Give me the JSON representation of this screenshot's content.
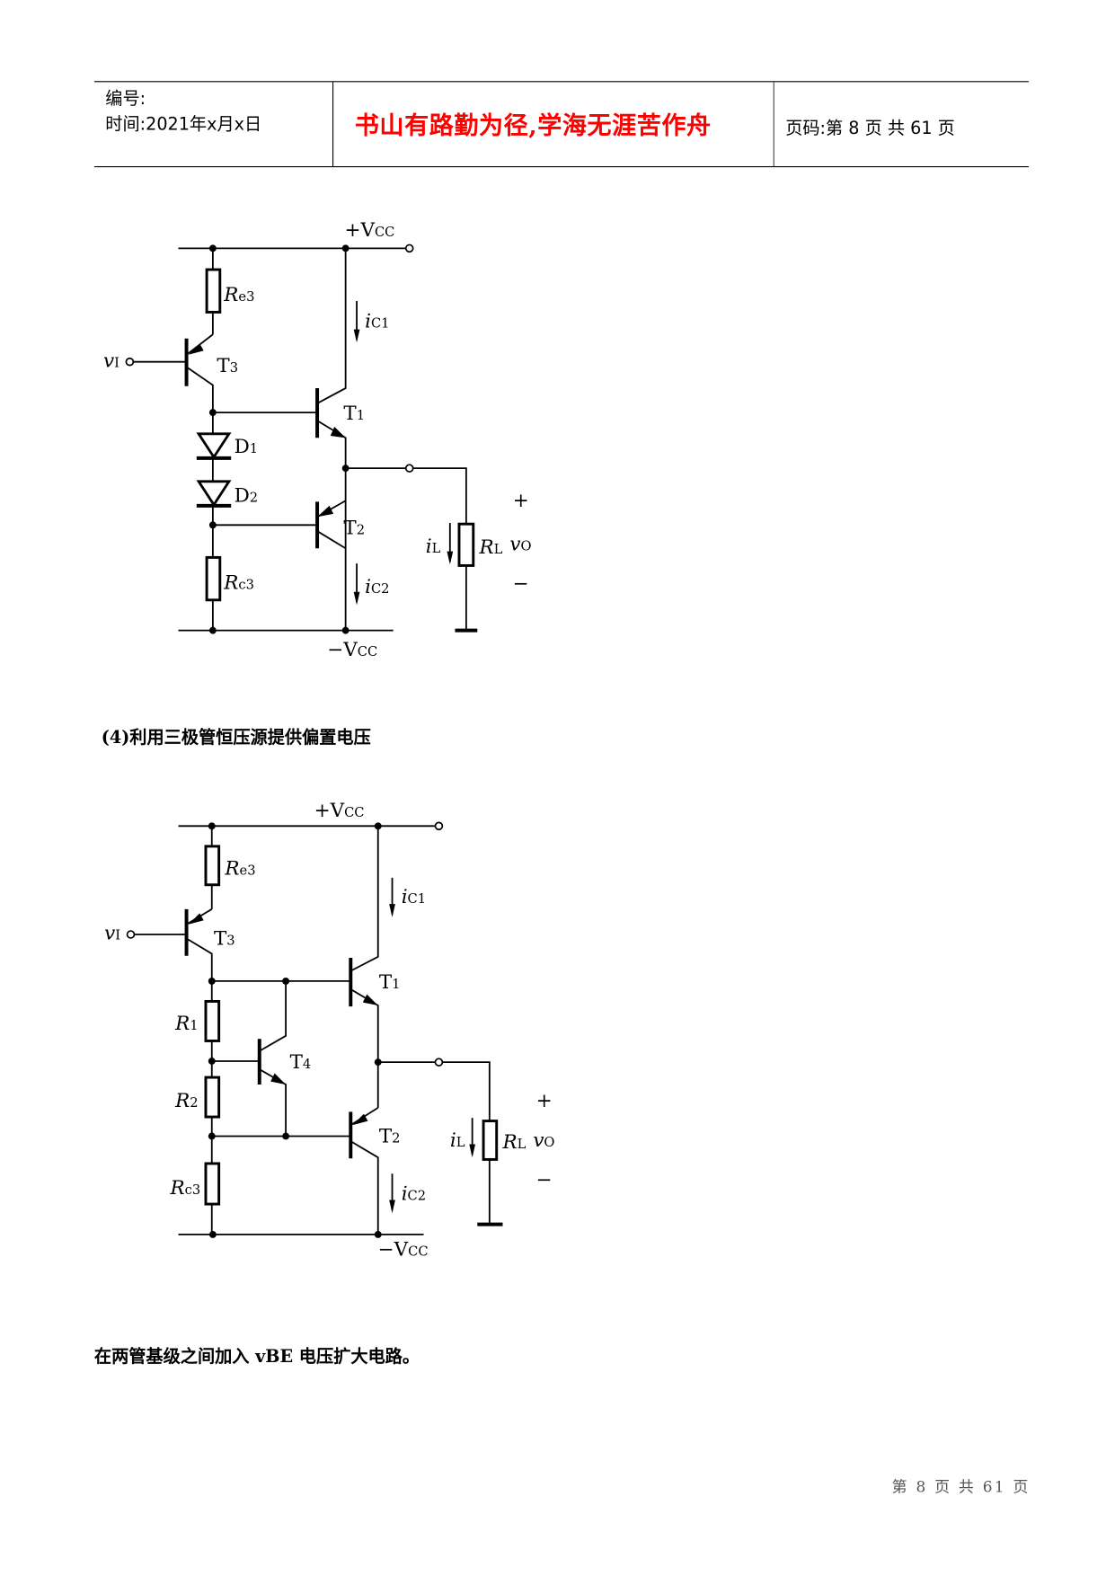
{
  "header": {
    "number_label": "编号:",
    "time_label": "时间:2021年x月x日",
    "motto": "书山有路勤为径,学海无涯苦作舟",
    "page_label": "页码:第 8 页 共 61 页"
  },
  "circuit1": {
    "vcc_pos": "+V",
    "vcc_pos_sub": "CC",
    "vcc_neg": "−V",
    "vcc_neg_sub": "CC",
    "re3": "R",
    "re3_sub": "e3",
    "rc3": "R",
    "rc3_sub": "c3",
    "vi": "v",
    "vi_sub": "I",
    "t3": "T",
    "t3_sub": "3",
    "t1": "T",
    "t1_sub": "1",
    "t2": "T",
    "t2_sub": "2",
    "d1": "D",
    "d1_sub": "1",
    "d2": "D",
    "d2_sub": "2",
    "ic1": "i",
    "ic1_sub": "C1",
    "ic2": "i",
    "ic2_sub": "C2",
    "il": "i",
    "il_sub": "L",
    "rl": "R",
    "rl_sub": "L",
    "vo": "v",
    "vo_sub": "O",
    "plus": "+",
    "minus": "−"
  },
  "section_heading": "(4)利用三极管恒压源提供偏置电压",
  "circuit2": {
    "vcc_pos": "+V",
    "vcc_pos_sub": "CC",
    "vcc_neg": "−V",
    "vcc_neg_sub": "CC",
    "re3": "R",
    "re3_sub": "e3",
    "rc3": "R",
    "rc3_sub": "c3",
    "r1": "R",
    "r1_sub": "1",
    "r2": "R",
    "r2_sub": "2",
    "vi": "v",
    "vi_sub": "I",
    "t3": "T",
    "t3_sub": "3",
    "t1": "T",
    "t1_sub": "1",
    "t2": "T",
    "t2_sub": "2",
    "t4": "T",
    "t4_sub": "4",
    "ic1": "i",
    "ic1_sub": "C1",
    "ic2": "i",
    "ic2_sub": "C2",
    "il": "i",
    "il_sub": "L",
    "rl": "R",
    "rl_sub": "L",
    "vo": "v",
    "vo_sub": "O",
    "plus": "+",
    "minus": "−"
  },
  "body_text": "在两管基级之间加入 vBE 电压扩大电路。",
  "footer": "第 8 页 共 61 页",
  "colors": {
    "motto": "#ff0000",
    "text": "#000000",
    "footer": "#555555"
  }
}
